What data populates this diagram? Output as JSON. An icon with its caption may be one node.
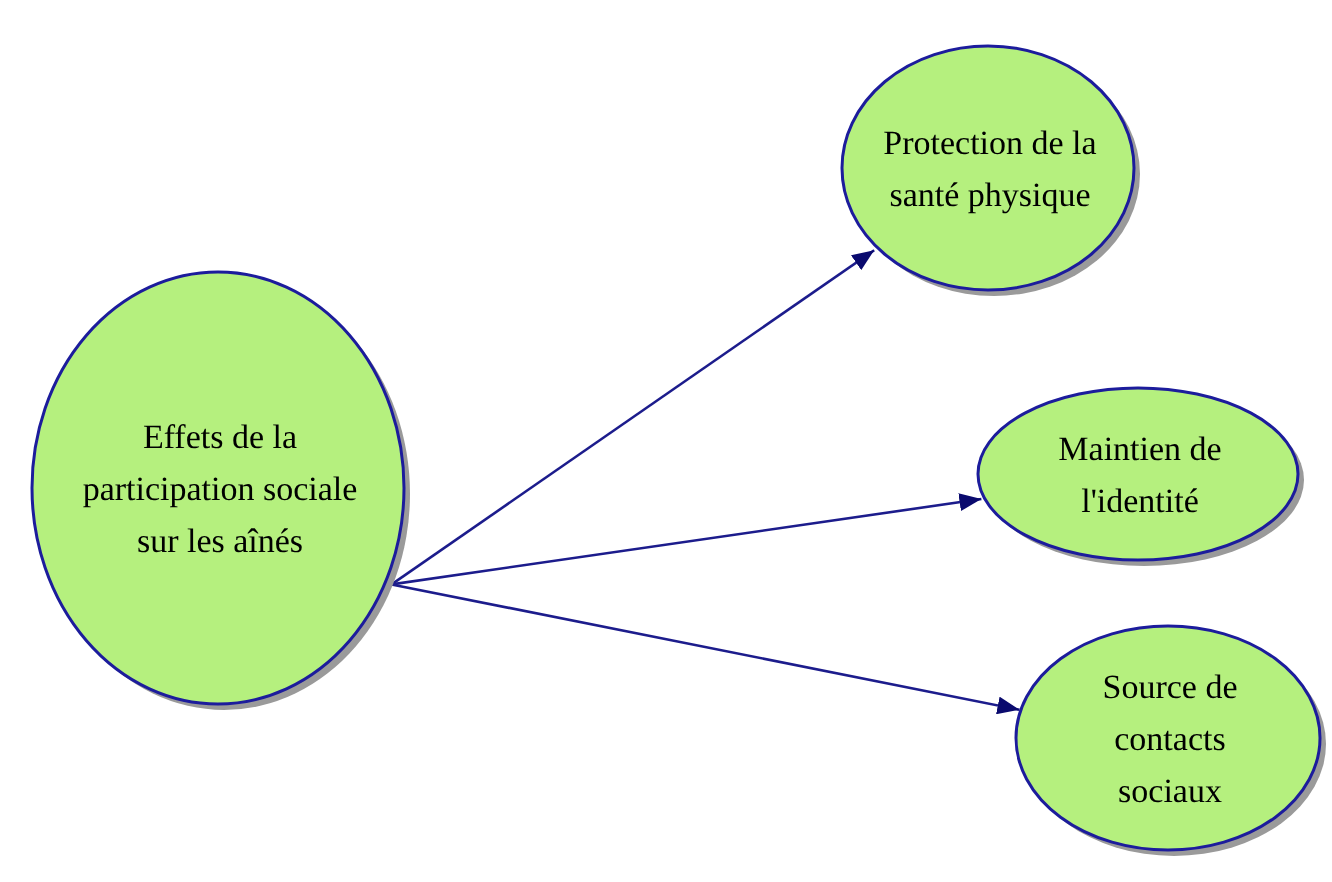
{
  "diagram": {
    "nodes": [
      {
        "text": [
          "Effets de la participation sociale sur les aînés"
        ]
      },
      {
        "text": [
          "Protection de la santé physique"
        ]
      },
      {
        "text": [
          "Maintien de l'identité"
        ]
      },
      {
        "text": [
          "Source de contacts sociaux"
        ]
      }
    ],
    "edges": [
      {
        "from": 0,
        "to": 1,
        "arrow": "to"
      },
      {
        "from": 0,
        "to": 2,
        "arrow": "to"
      },
      {
        "from": 0,
        "to": 3,
        "arrow": "to"
      }
    ]
  }
}
